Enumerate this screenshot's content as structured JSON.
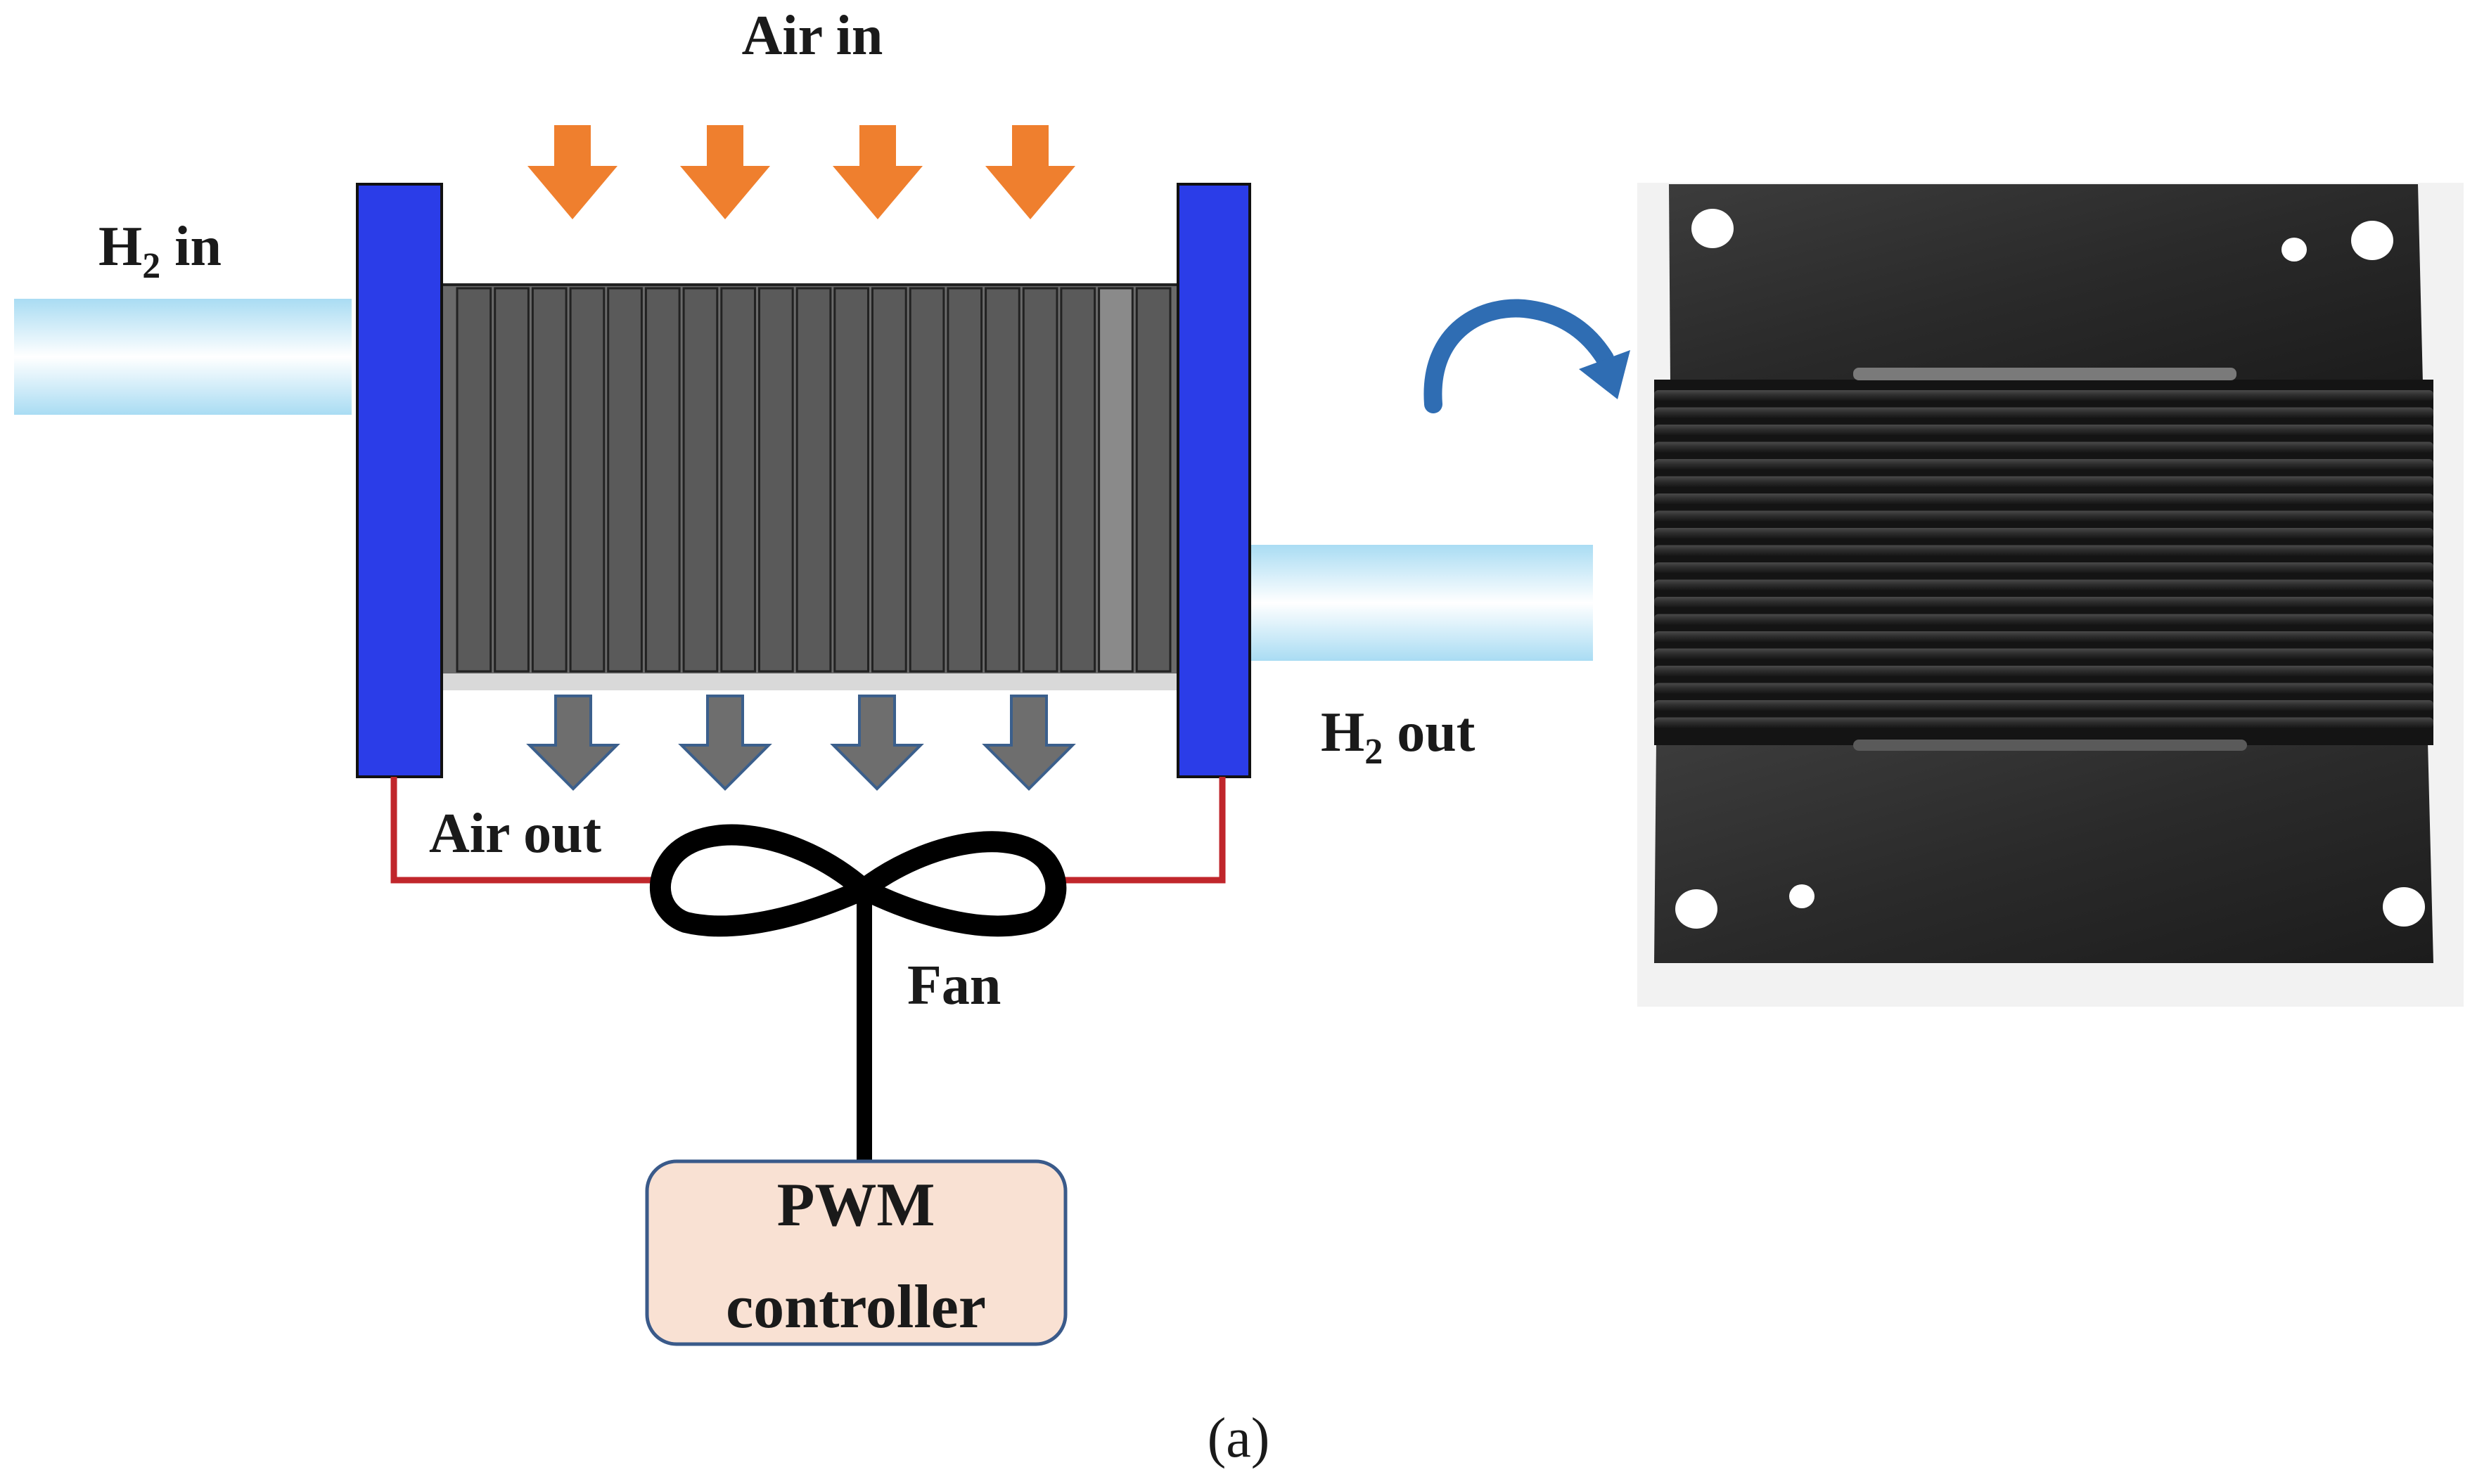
{
  "labels": {
    "air_in": "Air in",
    "h2_in_main": "H",
    "h2_in_sub": "2",
    "h2_in_rest": " in",
    "h2_out_main": "H",
    "h2_out_sub": "2",
    "h2_out_rest": " out",
    "air_out": "Air out",
    "fan": "Fan",
    "controller_line1": "PWM",
    "controller_line2": "controller",
    "caption": "(a)"
  },
  "colors": {
    "end_plate": "#2b3de8",
    "stack_cell": "#5a5a5a",
    "stack_edge": "#222222",
    "air_in_arrow": "#ef7f2e",
    "air_out_arrow": "#6e6e6e",
    "pipe": "#bfe6f7",
    "wire": "#c0262b",
    "curved_arrow": "#2f6db3",
    "controller_fill": "#f9e1d3",
    "controller_border": "#3a5a8a"
  },
  "icons": {
    "fan": "fan-icon",
    "bipolar_plate_photo": "bipolar-plate-photo"
  }
}
